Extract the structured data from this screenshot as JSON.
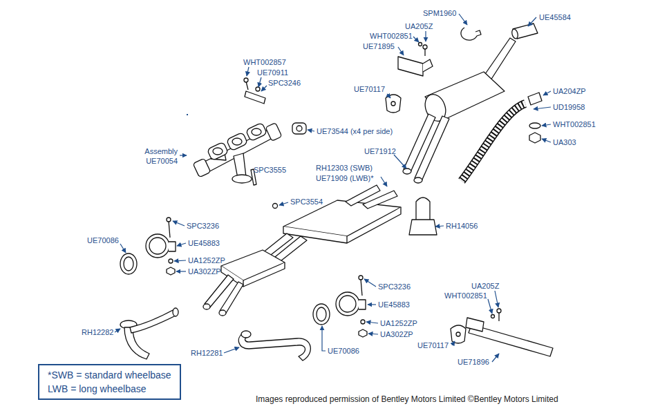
{
  "diagram": {
    "nodes": [
      {
        "text": [
          "Assembly UE70054",
          "SPC3555"
        ]
      },
      {
        "text": [
          "*SWB = standard wheelbase",
          "LWB = long wheelbase"
        ]
      }
    ],
    "labels": [
      "SPM1960",
      "UE45584",
      "UA205Z",
      "WHT002851",
      "UE71895",
      "WHT002857",
      "UE70911",
      "SPC3246",
      "UE70117",
      "UA204ZP",
      "UD19958",
      "WHT002851",
      "UA303",
      "UE73544 (x4 per side)",
      "UE71912",
      "RH12303 (SWB)",
      "UE71909 (LWB)*",
      "SPC3554",
      "SPC3236",
      "UE70086",
      "UE45883",
      "UA1252ZP",
      "UA302ZP",
      "RH14056",
      "SPC3236",
      "UE45883",
      "UA1252ZP",
      "UA302ZP",
      "UA205Z",
      "WHT002851",
      "UE70086",
      "UE70117",
      "UE71896",
      "RH12282",
      "RH12281",
      "Images reproduced permission of Bentley Motors Limited ©Bentley Motors Limited"
    ]
  }
}
